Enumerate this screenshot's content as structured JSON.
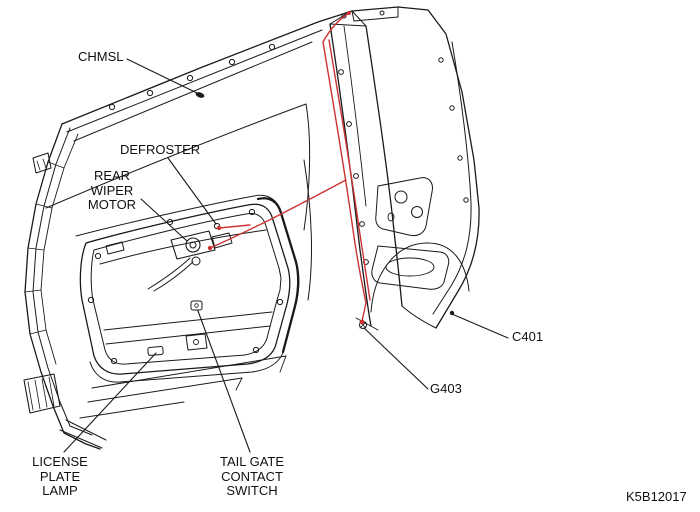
{
  "figure": {
    "id": "K5B12017",
    "description": "Rear liftgate wiring harness routing diagram"
  },
  "colors": {
    "line": "#1a1a1a",
    "harness": "#cc3333",
    "background": "#ffffff",
    "text": "#111111"
  },
  "labels": {
    "chmsl": "CHMSL",
    "defroster": "DEFROSTER",
    "rear_wiper_motor": [
      "REAR",
      "WIPER",
      "MOTOR"
    ],
    "license_plate_lamp": [
      "LICENSE",
      "PLATE",
      "LAMP"
    ],
    "tail_gate_contact_switch": [
      "TAIL GATE",
      "CONTACT",
      "SWITCH"
    ],
    "c401": "C401",
    "g403": "G403"
  }
}
